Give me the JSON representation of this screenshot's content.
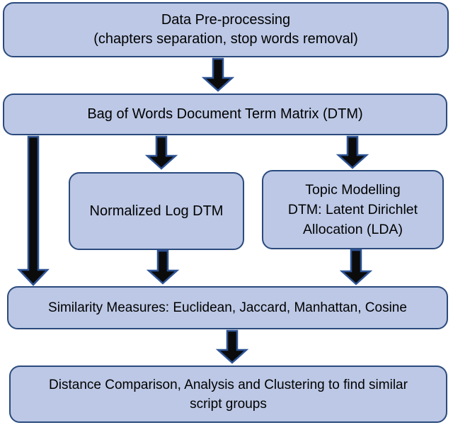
{
  "diagram": {
    "type": "flowchart",
    "description": "Text-processing pipeline flowchart",
    "nodes": {
      "preprocessing": {
        "id": "preprocessing",
        "lines": [
          "Data Pre-processing",
          "(chapters separation, stop words removal)"
        ]
      },
      "dtm": {
        "id": "dtm",
        "lines": [
          "Bag of Words Document Term Matrix (DTM)"
        ]
      },
      "normalized": {
        "id": "normalized",
        "lines": [
          "Normalized Log DTM"
        ]
      },
      "topic": {
        "id": "topic",
        "lines": [
          "Topic Modelling",
          "DTM: Latent Dirichlet",
          "Allocation (LDA)"
        ]
      },
      "similarity": {
        "id": "similarity",
        "lines": [
          "Similarity Measures: Euclidean, Jaccard, Manhattan, Cosine"
        ]
      },
      "distance": {
        "id": "distance",
        "lines": [
          "Distance Comparison, Analysis and Clustering to find similar",
          "script groups"
        ]
      }
    },
    "edges": [
      {
        "from": "preprocessing",
        "to": "dtm"
      },
      {
        "from": "dtm",
        "to": "normalized"
      },
      {
        "from": "dtm",
        "to": "topic"
      },
      {
        "from": "dtm",
        "to": "similarity"
      },
      {
        "from": "normalized",
        "to": "similarity"
      },
      {
        "from": "topic",
        "to": "similarity"
      },
      {
        "from": "similarity",
        "to": "distance"
      }
    ]
  },
  "colors": {
    "node_fill": "#bcc8e5",
    "node_border": "#2b4a7d",
    "arrow_fill": "#0b0b0b",
    "arrow_outline": "#2e5496",
    "background": "#ffffff",
    "text": "#000000"
  }
}
